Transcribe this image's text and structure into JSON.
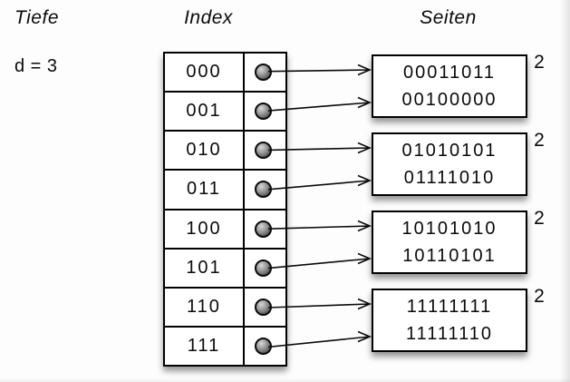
{
  "labels": {
    "depth_title": "Tiefe",
    "depth_value": "d = 3",
    "index_title": "Index",
    "pages_title": "Seiten"
  },
  "index_table": {
    "rows": [
      {
        "label": "000",
        "points_to_page": 1
      },
      {
        "label": "001",
        "points_to_page": 1
      },
      {
        "label": "010",
        "points_to_page": 2
      },
      {
        "label": "011",
        "points_to_page": 2
      },
      {
        "label": "100",
        "points_to_page": 3
      },
      {
        "label": "101",
        "points_to_page": 3
      },
      {
        "label": "110",
        "points_to_page": 4
      },
      {
        "label": "111",
        "points_to_page": 4
      }
    ]
  },
  "pages": [
    {
      "entries": [
        "00011011",
        "00100000"
      ],
      "local_depth": "2"
    },
    {
      "entries": [
        "01010101",
        "01111010"
      ],
      "local_depth": "2"
    },
    {
      "entries": [
        "10101010",
        "10110101"
      ],
      "local_depth": "2"
    },
    {
      "entries": [
        "11111111",
        "11111110"
      ],
      "local_depth": "2"
    }
  ],
  "icons": {
    "pointer_dot": "filled-circle"
  },
  "colors": {
    "line": "#0a0a0a",
    "text": "#0a0a0a",
    "box_background": "#ffffff",
    "dot_fill": "#6e6e6e",
    "shadow": "rgba(0,0,0,0.42)"
  }
}
